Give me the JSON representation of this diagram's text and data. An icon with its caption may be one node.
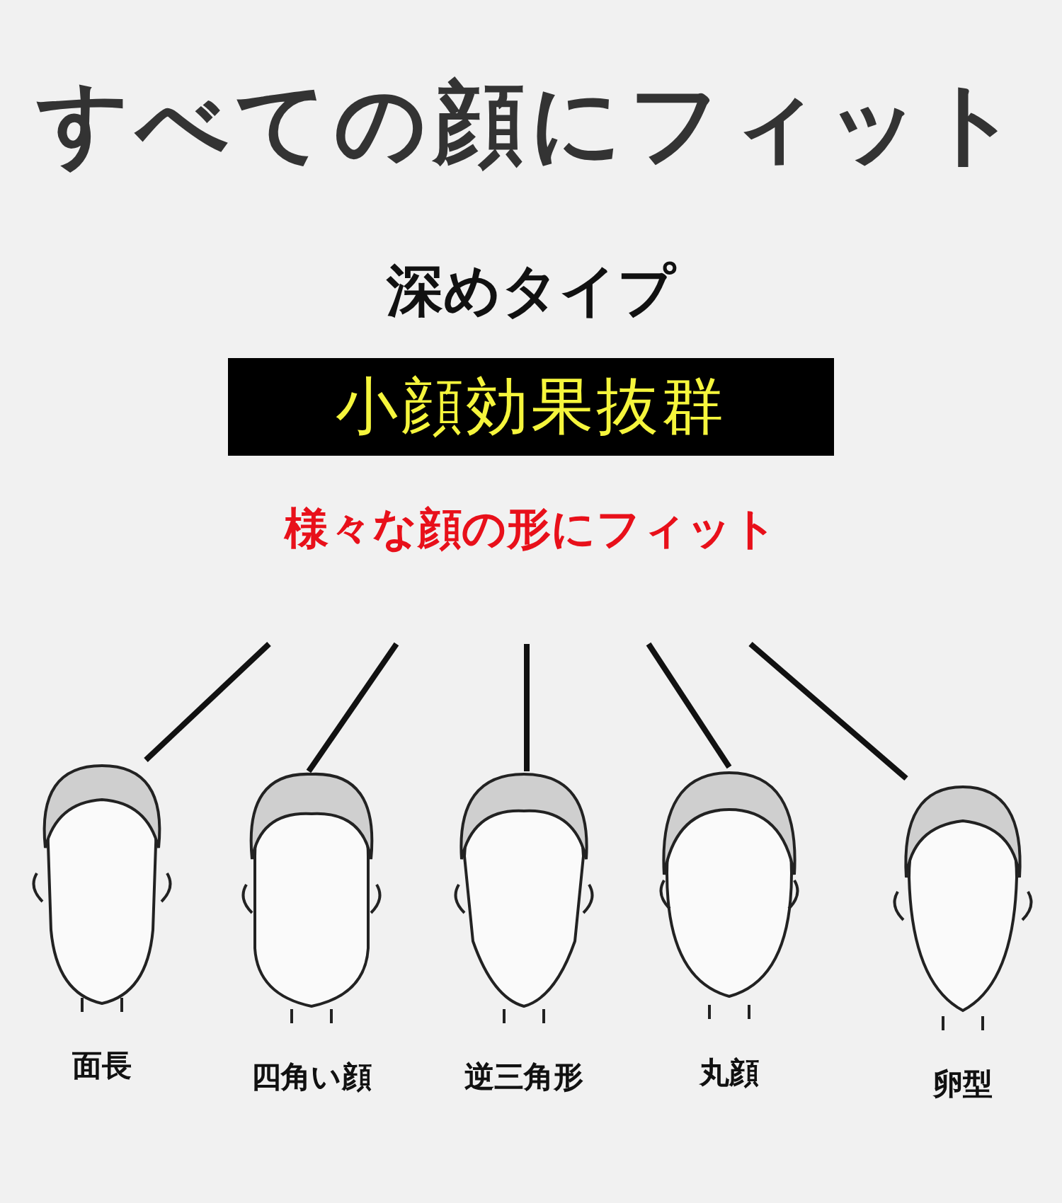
{
  "diagram": {
    "title": "すべての顔にフィット",
    "nodes": [
      {
        "text": [
          "小顔効果抜群"
        ]
      },
      {
        "text": [
          "様々な顔の形にフィット"
        ]
      },
      {
        "text": [],
        "shape": "person",
        "beside": [
          "面長"
        ]
      },
      {
        "text": [],
        "shape": "person",
        "beside": [
          "四角い顔"
        ]
      },
      {
        "text": [],
        "shape": "person",
        "beside": [
          "逆三角形"
        ]
      },
      {
        "text": [],
        "shape": "person",
        "beside": [
          "丸顔"
        ]
      },
      {
        "text": [],
        "shape": "person",
        "beside": [
          "卵型"
        ]
      }
    ],
    "edges": [
      {
        "from": 1,
        "to": 2,
        "arrow": "none"
      },
      {
        "from": 1,
        "to": 3,
        "arrow": "none"
      },
      {
        "from": 1,
        "to": 4,
        "arrow": "none"
      },
      {
        "from": 1,
        "to": 5,
        "arrow": "none"
      },
      {
        "from": 1,
        "to": 6,
        "arrow": "none"
      }
    ],
    "labels": [
      "深めタイプ"
    ]
  }
}
